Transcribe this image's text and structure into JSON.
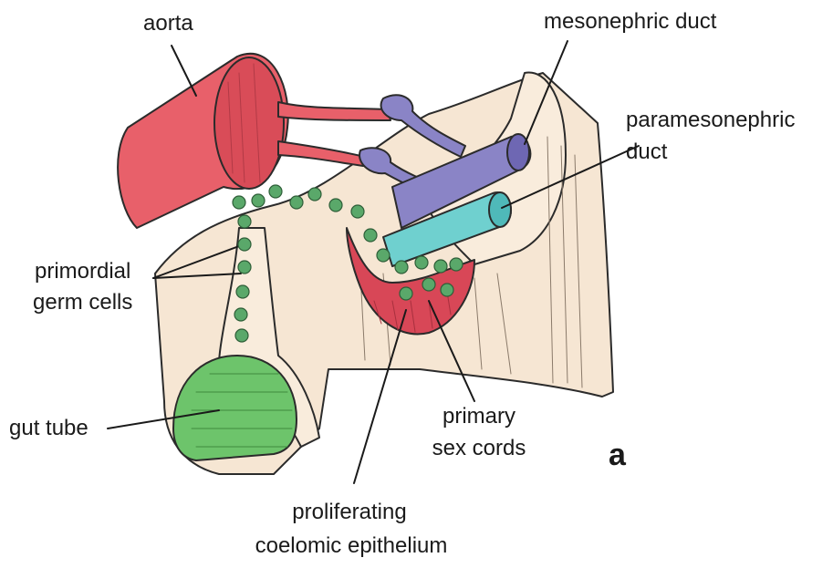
{
  "labels": {
    "aorta": "aorta",
    "mesonephric": "mesonephric duct",
    "paramesonephric_1": "paramesonephric",
    "paramesonephric_2": "duct",
    "germ_1": "primordial",
    "germ_2": "germ cells",
    "gut": "gut tube",
    "sex_cords_1": "primary",
    "sex_cords_2": "sex cords",
    "coelomic_1": "proliferating",
    "coelomic_2": "coelomic epithelium",
    "panel": "a"
  },
  "colors": {
    "tissue": "#f6e6d3",
    "aorta": "#e8606a",
    "mesonephric_duct": "#8a84c6",
    "paramesonephric_duct": "#6fd0cf",
    "gut_tube": "#6dc46b",
    "epithelium": "#d84757",
    "germ_cell": "#5aa86a",
    "outline": "#2b2b2b"
  }
}
